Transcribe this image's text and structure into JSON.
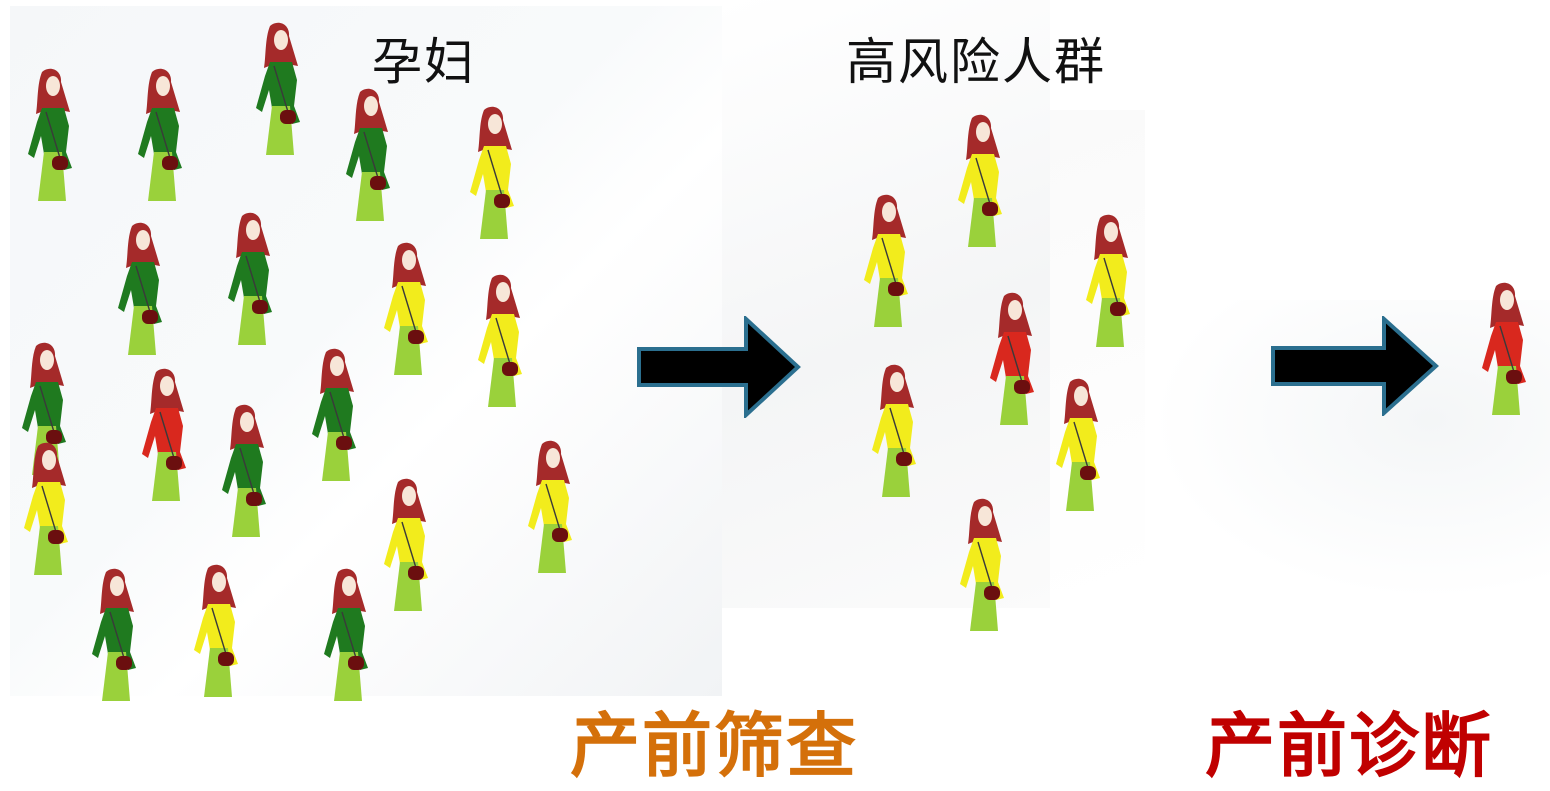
{
  "labels": {
    "pregnant": "孕妇",
    "high_risk": "高风险人群",
    "screening": "产前筛查",
    "diagnosis": "产前诊断"
  },
  "colors": {
    "screening_label": "#d4700a",
    "diagnosis_label": "#c00000",
    "arrow_fill": "#000000",
    "arrow_stroke": "#2b6f8f",
    "figure_green": "#1f7a1f",
    "figure_yellow": "#f2ec1c",
    "figure_red": "#d9281e",
    "figure_hair": "#a52a2a",
    "figure_skirt": "#9ad13b",
    "figure_bag": "#6b0f0f"
  },
  "icons": {
    "figure": "woman-figure-icon",
    "arrow": "right-arrow-icon"
  }
}
